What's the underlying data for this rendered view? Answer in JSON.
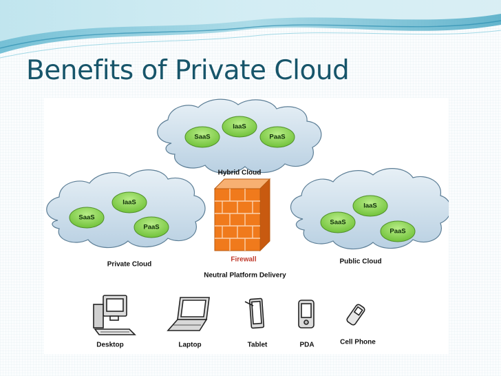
{
  "slide": {
    "title": "Benefits of Private Cloud"
  },
  "diagram": {
    "hybrid_cloud": {
      "label": "Hybrid Cloud",
      "services": [
        "SaaS",
        "IaaS",
        "PaaS"
      ]
    },
    "private_cloud": {
      "label": "Private Cloud",
      "services": [
        "SaaS",
        "IaaS",
        "PaaS"
      ]
    },
    "public_cloud": {
      "label": "Public Cloud",
      "services": [
        "SaaS",
        "IaaS",
        "PaaS"
      ]
    },
    "firewall": {
      "label": "Firewall"
    },
    "neutral_platform": "Neutral Platform Delivery",
    "devices": [
      "Desktop",
      "Laptop",
      "Tablet",
      "PDA",
      "Cell Phone"
    ]
  },
  "colors": {
    "title": "#17556a",
    "cloud_fill": "#cfe0ec",
    "service_fill": "#8fd45a",
    "firewall": "#f07a1c"
  }
}
